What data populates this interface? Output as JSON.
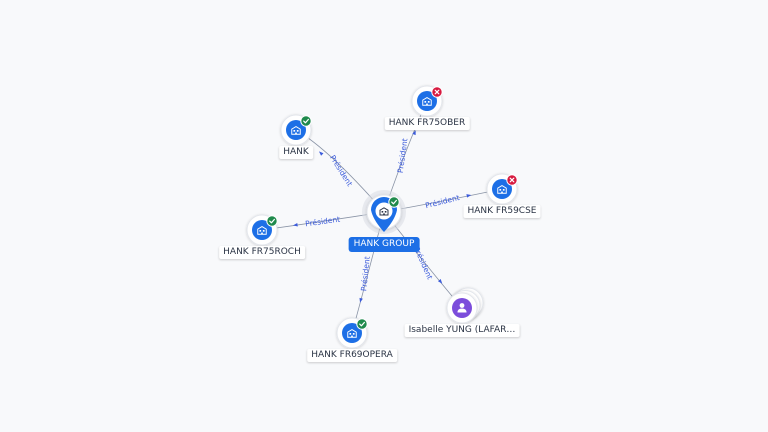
{
  "graph": {
    "center": {
      "label": "HANK GROUP",
      "status": "active"
    },
    "nodes": [
      {
        "id": "hank",
        "label": "HANK",
        "kind": "company",
        "status": "active"
      },
      {
        "id": "fr75ober",
        "label": "HANK FR75OBER",
        "kind": "company",
        "status": "closed"
      },
      {
        "id": "fr59cse",
        "label": "HANK FR59CSE",
        "kind": "company",
        "status": "closed"
      },
      {
        "id": "fr75roch",
        "label": "HANK FR75ROCH",
        "kind": "company",
        "status": "active"
      },
      {
        "id": "fr69opera",
        "label": "HANK FR69OPERA",
        "kind": "company",
        "status": "active"
      },
      {
        "id": "yung",
        "label": "Isabelle YUNG (LAFAR…",
        "kind": "person",
        "status": "none"
      }
    ],
    "edges": [
      {
        "to": "hank",
        "label": "Président"
      },
      {
        "to": "fr75ober",
        "label": "Président"
      },
      {
        "to": "fr59cse",
        "label": "Président"
      },
      {
        "to": "fr75roch",
        "label": "Président"
      },
      {
        "to": "fr69opera",
        "label": "Président"
      },
      {
        "to": "yung",
        "label": "Président"
      }
    ]
  },
  "colors": {
    "company": "#1d6fe6",
    "person": "#7c4ddb",
    "active": "#1f8a4c",
    "closed": "#d7193f",
    "edge_label": "#3b5bdb"
  },
  "icons": {
    "company": "building-icon",
    "person": "person-icon",
    "active": "check-icon",
    "closed": "close-icon"
  }
}
